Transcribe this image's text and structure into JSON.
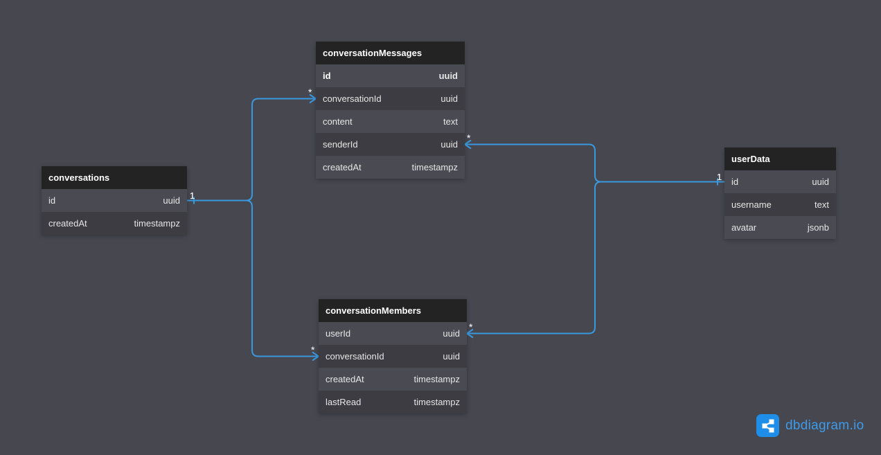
{
  "tables": [
    {
      "id": "conversations",
      "name": "conversations",
      "fields": [
        {
          "name": "id",
          "type": "uuid",
          "pk": false
        },
        {
          "name": "createdAt",
          "type": "timestampz",
          "pk": false
        }
      ]
    },
    {
      "id": "conversationMessages",
      "name": "conversationMessages",
      "fields": [
        {
          "name": "id",
          "type": "uuid",
          "pk": true
        },
        {
          "name": "conversationId",
          "type": "uuid",
          "pk": false
        },
        {
          "name": "content",
          "type": "text",
          "pk": false
        },
        {
          "name": "senderId",
          "type": "uuid",
          "pk": false
        },
        {
          "name": "createdAt",
          "type": "timestampz",
          "pk": false
        }
      ]
    },
    {
      "id": "conversationMembers",
      "name": "conversationMembers",
      "fields": [
        {
          "name": "userId",
          "type": "uuid",
          "pk": false
        },
        {
          "name": "conversationId",
          "type": "uuid",
          "pk": false
        },
        {
          "name": "createdAt",
          "type": "timestampz",
          "pk": false
        },
        {
          "name": "lastRead",
          "type": "timestampz",
          "pk": false
        }
      ]
    },
    {
      "id": "userData",
      "name": "userData",
      "fields": [
        {
          "name": "id",
          "type": "uuid",
          "pk": false
        },
        {
          "name": "username",
          "type": "text",
          "pk": false
        },
        {
          "name": "avatar",
          "type": "jsonb",
          "pk": false
        }
      ]
    }
  ],
  "relationships": [
    {
      "from": "conversations.id",
      "to": "conversationMessages.conversationId",
      "from_card": "1",
      "to_card": "*"
    },
    {
      "from": "conversations.id",
      "to": "conversationMembers.conversationId",
      "from_card": "1",
      "to_card": "*"
    },
    {
      "from": "userData.id",
      "to": "conversationMessages.senderId",
      "from_card": "1",
      "to_card": "*"
    },
    {
      "from": "userData.id",
      "to": "conversationMembers.userId",
      "from_card": "1",
      "to_card": "*"
    }
  ],
  "colors": {
    "background": "#474750",
    "header": "#232323",
    "row_odd": "#3c3c42",
    "row_even": "#4a4a52",
    "link": "#3a98de",
    "brand": "#1f8ee8"
  },
  "brand": {
    "icon": "share-icon",
    "name_part1": "dbdiagram",
    "name_part2": ".io"
  }
}
